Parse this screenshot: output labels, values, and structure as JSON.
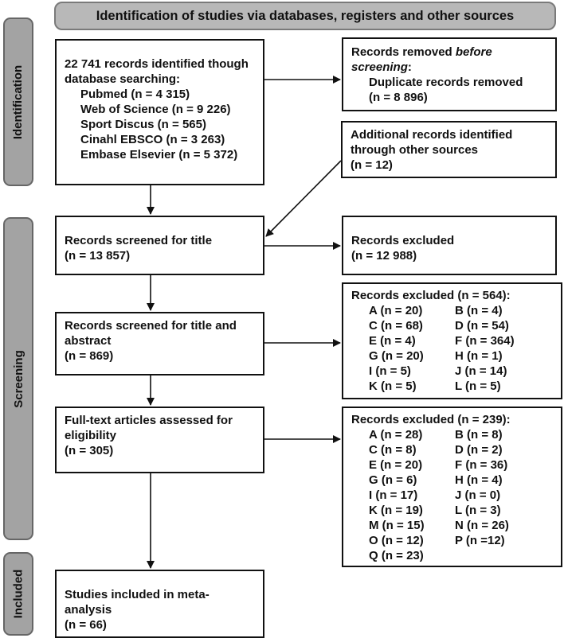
{
  "header": {
    "title": "Identification of studies via databases, registers and other sources"
  },
  "side_labels": {
    "identification": "Identification",
    "screening": "Screening",
    "included": "Included"
  },
  "db_search": {
    "lines": [
      "22 741 records identified though",
      "database searching:",
      "Pubmed (n = 4 315)",
      "Web of Science (n = 9 226)",
      "Sport Discus (n = 565)",
      "Cinahl EBSCO (n = 3 263)",
      "Embase Elsevier (n = 5 372)"
    ]
  },
  "removed": {
    "line1_prefix": "Records removed ",
    "line1_em": "before",
    "line2_em": "screening",
    "line2_suffix": ":",
    "line3": "Duplicate records removed",
    "line4": "(n = 8 896)"
  },
  "additional": {
    "lines": [
      "Additional records identified",
      "through other sources",
      "(n = 12)"
    ]
  },
  "screened_title": {
    "lines": [
      "Records screened for title",
      "(n = 13 857)"
    ]
  },
  "excluded_title": {
    "lines": [
      "Records excluded",
      "(n = 12 988)"
    ]
  },
  "screened_abstract": {
    "lines": [
      "Records screened for title and",
      "abstract",
      "(n = 869)"
    ]
  },
  "excluded_abstract": {
    "title": "Records excluded (n = 564):",
    "items": [
      "A (n = 20)",
      "B (n = 4)",
      "C (n = 68)",
      "D (n = 54)",
      "E (n = 4)",
      "F (n = 364)",
      "G (n = 20)",
      "H (n = 1)",
      "I (n = 5)",
      "J (n = 14)",
      "K (n = 5)",
      "L (n = 5)"
    ]
  },
  "fulltext": {
    "lines": [
      "Full-text articles assessed for",
      "eligibility",
      "(n = 305)"
    ]
  },
  "excluded_fulltext": {
    "title": "Records excluded (n = 239):",
    "items": [
      "A (n = 28)",
      "B (n = 8)",
      "C (n = 8)",
      "D (n = 2)",
      "E (n = 20)",
      "F (n = 36)",
      "G (n = 6)",
      "H (n = 4)",
      "I (n = 17)",
      "J (n = 0)",
      "K (n = 19)",
      "L (n = 3)",
      "M (n = 15)",
      "N (n = 26)",
      "O (n = 12)",
      "P (n =12)",
      "Q (n = 23)"
    ]
  },
  "included": {
    "lines": [
      "Studies included in meta-",
      "analysis",
      "(n = 66)"
    ]
  }
}
